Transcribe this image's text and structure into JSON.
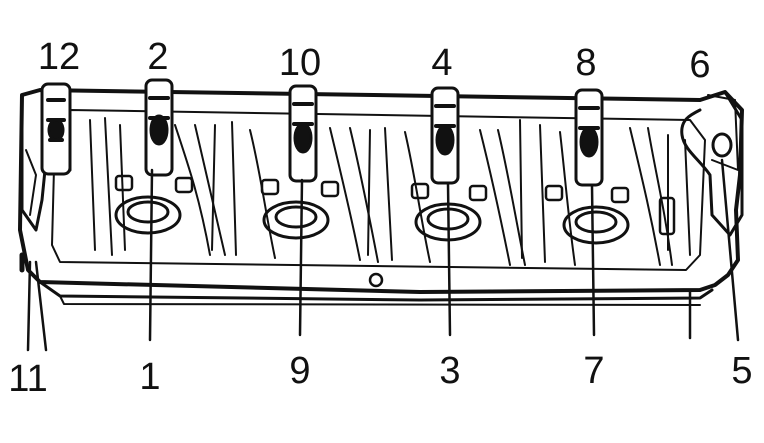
{
  "figure": {
    "top_labels": [
      "12",
      "2",
      "10",
      "4",
      "8",
      "6"
    ],
    "bottom_labels": [
      "11",
      "1",
      "9",
      "3",
      "7",
      "5"
    ]
  },
  "colors": {
    "ink": "#111111",
    "paper": "#ffffff"
  }
}
